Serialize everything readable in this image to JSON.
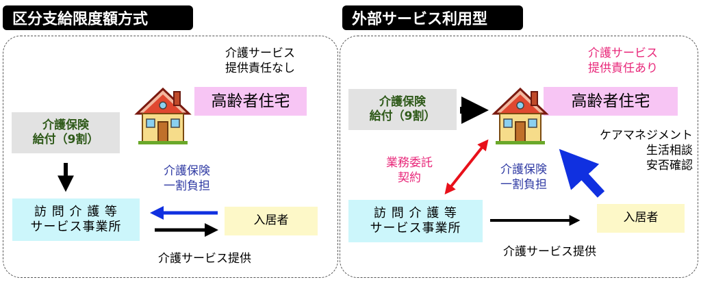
{
  "left": {
    "title": "区分支給限度額方式",
    "responsibility": [
      "介護サービス",
      "提供責任なし"
    ],
    "housing": "高齢者住宅",
    "insurance": [
      "介護保険",
      "給付（9割）"
    ],
    "copay": [
      "介護保険",
      "一割負担"
    ],
    "provider": [
      "訪 問 介 護 等",
      "サービス事業所"
    ],
    "resident": "入居者",
    "service": "介護サービス提供"
  },
  "right": {
    "title": "外部サービス利用型",
    "responsibility": [
      "介護サービス",
      "提供責任あり"
    ],
    "housing": "高齢者住宅",
    "insurance": [
      "介護保険",
      "給付（9割）"
    ],
    "contract": [
      "業務委託",
      "契約"
    ],
    "copay": [
      "介護保険",
      "一割負担"
    ],
    "care": [
      "ケアマネジメント",
      "生活相談",
      "安否確認"
    ],
    "provider": [
      "訪 問 介 護 等",
      "サービス事業所"
    ],
    "resident": "入居者",
    "service": "介護サービス提供"
  },
  "colors": {
    "arrow_black": "#000000",
    "arrow_blue": "#1030e0",
    "arrow_red": "#e8101a",
    "responsibility_text": "#e8287a",
    "copay_text": "#2f3aa3",
    "insurance_text": "#2f5a1a"
  },
  "icons": [
    "house-icon"
  ]
}
